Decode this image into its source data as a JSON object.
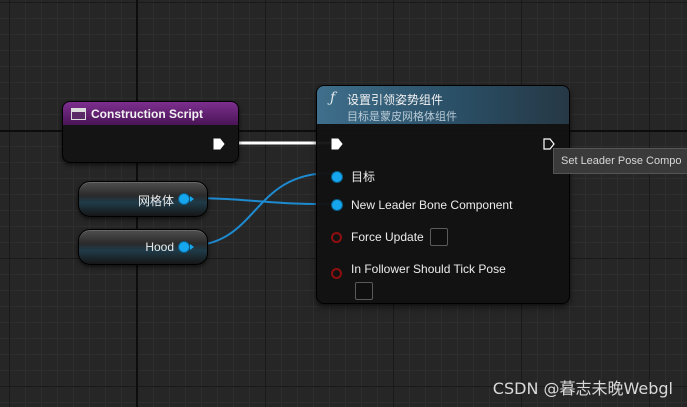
{
  "event_node": {
    "title": "Construction Script"
  },
  "variables": [
    {
      "label": "网格体"
    },
    {
      "label": "Hood"
    }
  ],
  "function_node": {
    "icon_glyph": "ƒ",
    "title": "设置引领姿势组件",
    "subtitle": "目标是蒙皮网格体组件",
    "pins": {
      "target": "目标",
      "new_leader": "New Leader Bone Component",
      "force_update": "Force Update",
      "follower_tick": "In Follower Should Tick Pose"
    }
  },
  "tooltip": {
    "text": "Set Leader Pose Compo"
  },
  "watermark": {
    "text": "CSDN @暮志未晚Webgl"
  },
  "colors": {
    "object_pin": "#16a6ee",
    "bool_pin": "#8e0f0f",
    "event_header": "#7d2f8f",
    "function_header": "#3f6f8c"
  }
}
